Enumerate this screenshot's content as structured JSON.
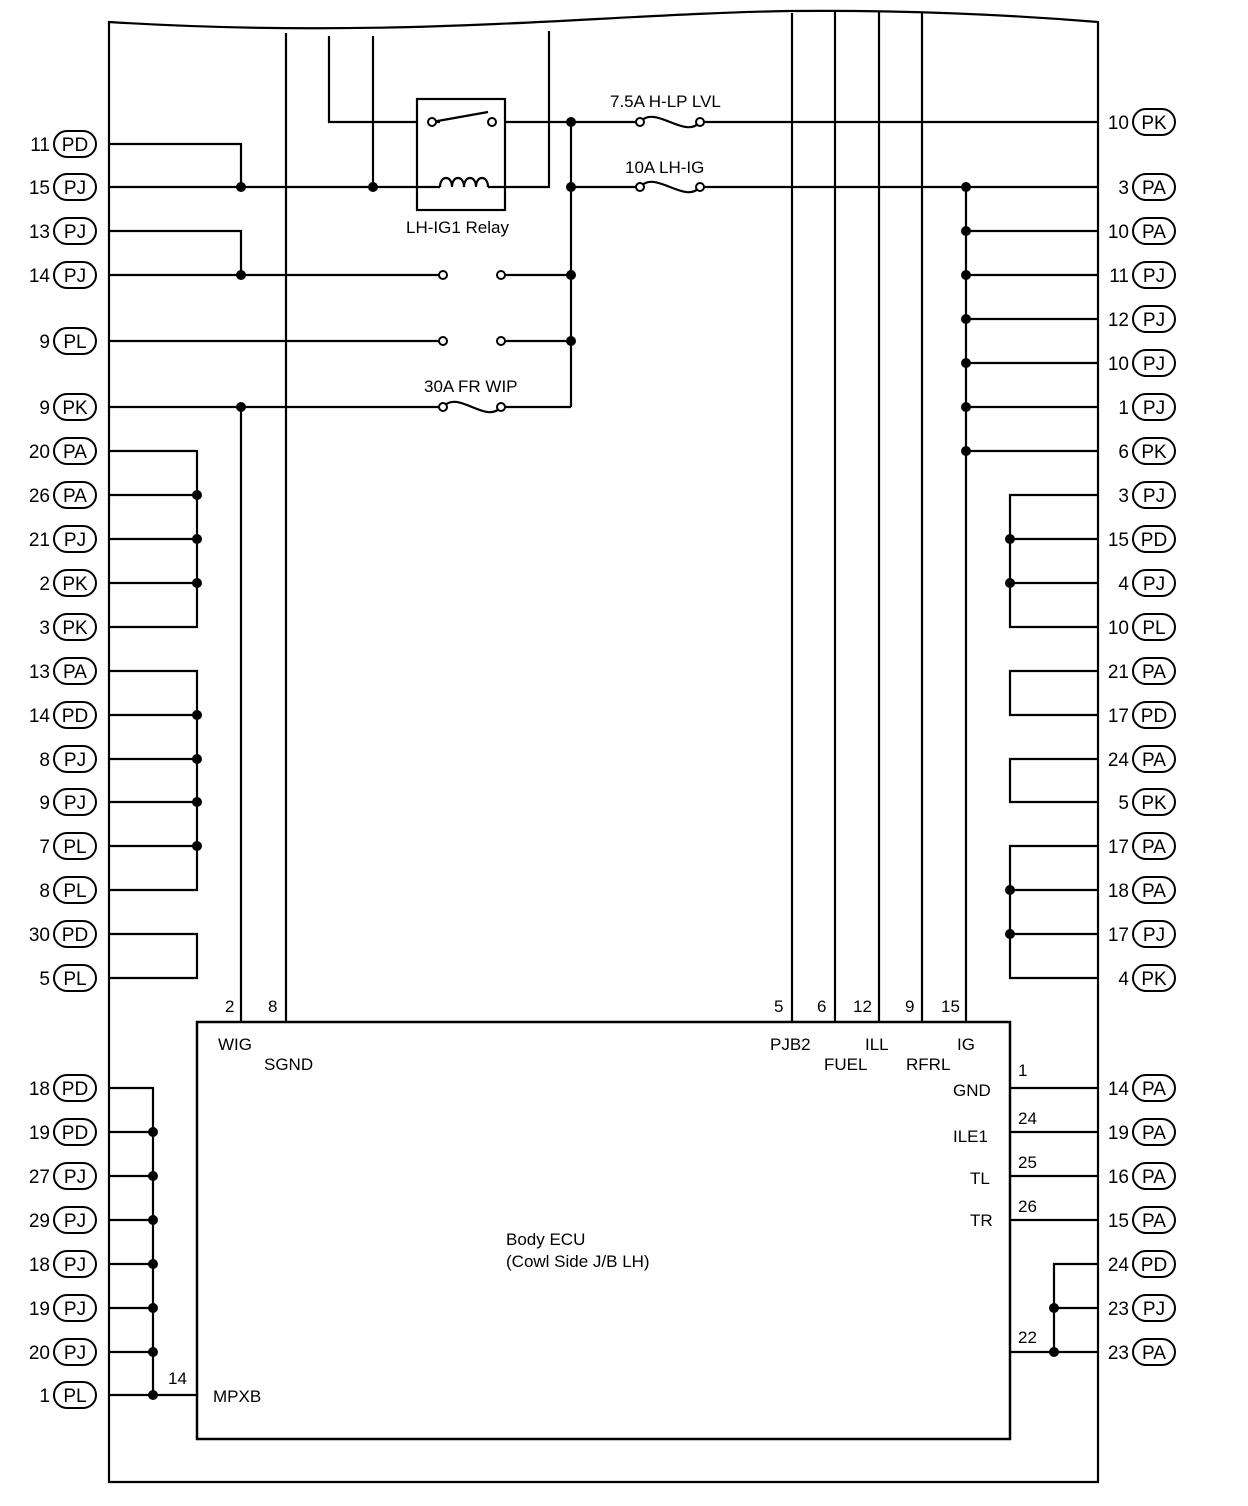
{
  "connectors_left": [
    {
      "num": "11",
      "code": "PD"
    },
    {
      "num": "15",
      "code": "PJ"
    },
    {
      "num": "13",
      "code": "PJ"
    },
    {
      "num": "14",
      "code": "PJ"
    },
    {
      "num": "9",
      "code": "PL"
    },
    {
      "num": "9",
      "code": "PK"
    },
    {
      "num": "20",
      "code": "PA"
    },
    {
      "num": "26",
      "code": "PA"
    },
    {
      "num": "21",
      "code": "PJ"
    },
    {
      "num": "2",
      "code": "PK"
    },
    {
      "num": "3",
      "code": "PK"
    },
    {
      "num": "13",
      "code": "PA"
    },
    {
      "num": "14",
      "code": "PD"
    },
    {
      "num": "8",
      "code": "PJ"
    },
    {
      "num": "9",
      "code": "PJ"
    },
    {
      "num": "7",
      "code": "PL"
    },
    {
      "num": "8",
      "code": "PL"
    },
    {
      "num": "30",
      "code": "PD"
    },
    {
      "num": "5",
      "code": "PL"
    },
    {
      "num": "18",
      "code": "PD"
    },
    {
      "num": "19",
      "code": "PD"
    },
    {
      "num": "27",
      "code": "PJ"
    },
    {
      "num": "29",
      "code": "PJ"
    },
    {
      "num": "18",
      "code": "PJ"
    },
    {
      "num": "19",
      "code": "PJ"
    },
    {
      "num": "20",
      "code": "PJ"
    },
    {
      "num": "1",
      "code": "PL"
    }
  ],
  "connectors_right": [
    {
      "num": "10",
      "code": "PK"
    },
    {
      "num": "3",
      "code": "PA"
    },
    {
      "num": "10",
      "code": "PA"
    },
    {
      "num": "11",
      "code": "PJ"
    },
    {
      "num": "12",
      "code": "PJ"
    },
    {
      "num": "10",
      "code": "PJ"
    },
    {
      "num": "1",
      "code": "PJ"
    },
    {
      "num": "6",
      "code": "PK"
    },
    {
      "num": "3",
      "code": "PJ"
    },
    {
      "num": "15",
      "code": "PD"
    },
    {
      "num": "4",
      "code": "PJ"
    },
    {
      "num": "10",
      "code": "PL"
    },
    {
      "num": "21",
      "code": "PA"
    },
    {
      "num": "17",
      "code": "PD"
    },
    {
      "num": "24",
      "code": "PA"
    },
    {
      "num": "5",
      "code": "PK"
    },
    {
      "num": "17",
      "code": "PA"
    },
    {
      "num": "18",
      "code": "PA"
    },
    {
      "num": "17",
      "code": "PJ"
    },
    {
      "num": "4",
      "code": "PK"
    },
    {
      "num": "14",
      "code": "PA"
    },
    {
      "num": "19",
      "code": "PA"
    },
    {
      "num": "16",
      "code": "PA"
    },
    {
      "num": "15",
      "code": "PA"
    },
    {
      "num": "24",
      "code": "PD"
    },
    {
      "num": "23",
      "code": "PJ"
    },
    {
      "num": "23",
      "code": "PA"
    }
  ],
  "fuses": {
    "h_lp_lvl": "7.5A H-LP LVL",
    "lh_ig": "10A LH-IG",
    "fr_wip": "30A FR WIP"
  },
  "relay_label": "LH-IG1 Relay",
  "ecu": {
    "title_line1": "Body ECU",
    "title_line2": "(Cowl Side J/B LH)",
    "pins": {
      "wig": "WIG",
      "sgnd": "SGND",
      "pjb2": "PJB2",
      "fuel": "FUEL",
      "ill": "ILL",
      "rfrl": "RFRL",
      "ig": "IG",
      "gnd": "GND",
      "ile1": "ILE1",
      "tl": "TL",
      "tr": "TR",
      "mpxb": "MPXB"
    },
    "pin_numbers": {
      "wig": "2",
      "sgnd": "8",
      "pjb2": "5",
      "fuel": "6",
      "ill": "12",
      "rfrl": "9",
      "ig": "15",
      "gnd": "1",
      "ile1": "24",
      "tl": "25",
      "tr": "26",
      "p22": "22",
      "mpxb": "14"
    }
  }
}
